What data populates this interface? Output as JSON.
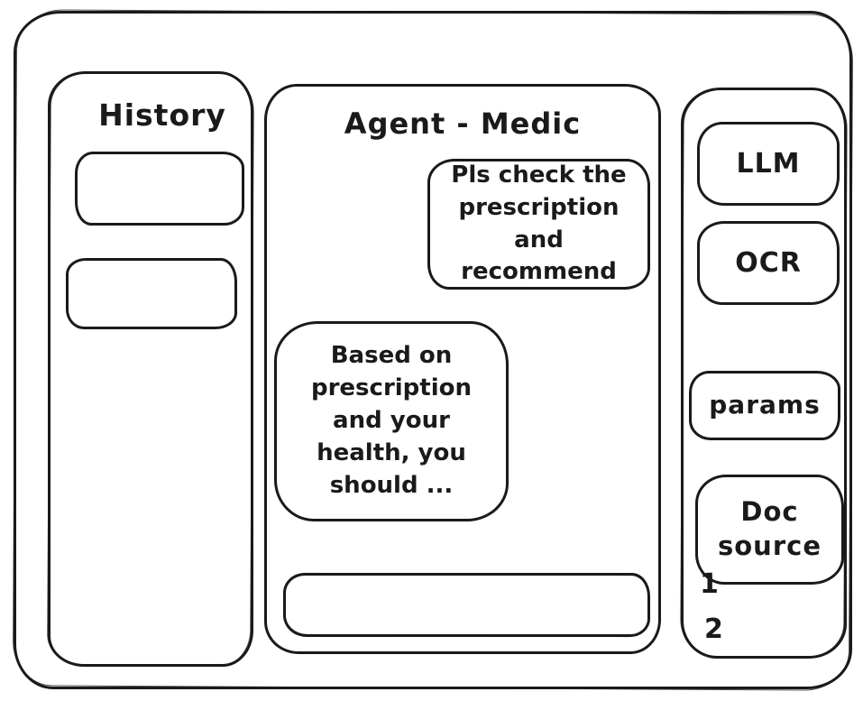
{
  "window": {
    "background": "#ffffff",
    "stroke_color": "#1a1a1a"
  },
  "history_panel": {
    "title": "History",
    "items": [
      {
        "label": ""
      },
      {
        "label": ""
      }
    ]
  },
  "chat_panel": {
    "title": "Agent - Medic",
    "messages": [
      {
        "role": "user",
        "align": "right",
        "text": "Pls check the\nprescription\nand recommend"
      },
      {
        "role": "agent",
        "align": "left",
        "text": "Based on\nprescription\nand your\nhealth, you\nshould ..."
      }
    ],
    "input": {
      "value": "",
      "placeholder": ""
    }
  },
  "tools_panel": {
    "buttons": [
      {
        "id": "llm",
        "label": "LLM"
      },
      {
        "id": "ocr",
        "label": "OCR"
      },
      {
        "id": "params",
        "label": "params"
      },
      {
        "id": "doc-source",
        "label": "Doc\nsource"
      }
    ],
    "doc_source_items": [
      {
        "label": "1"
      },
      {
        "label": "2"
      }
    ]
  }
}
